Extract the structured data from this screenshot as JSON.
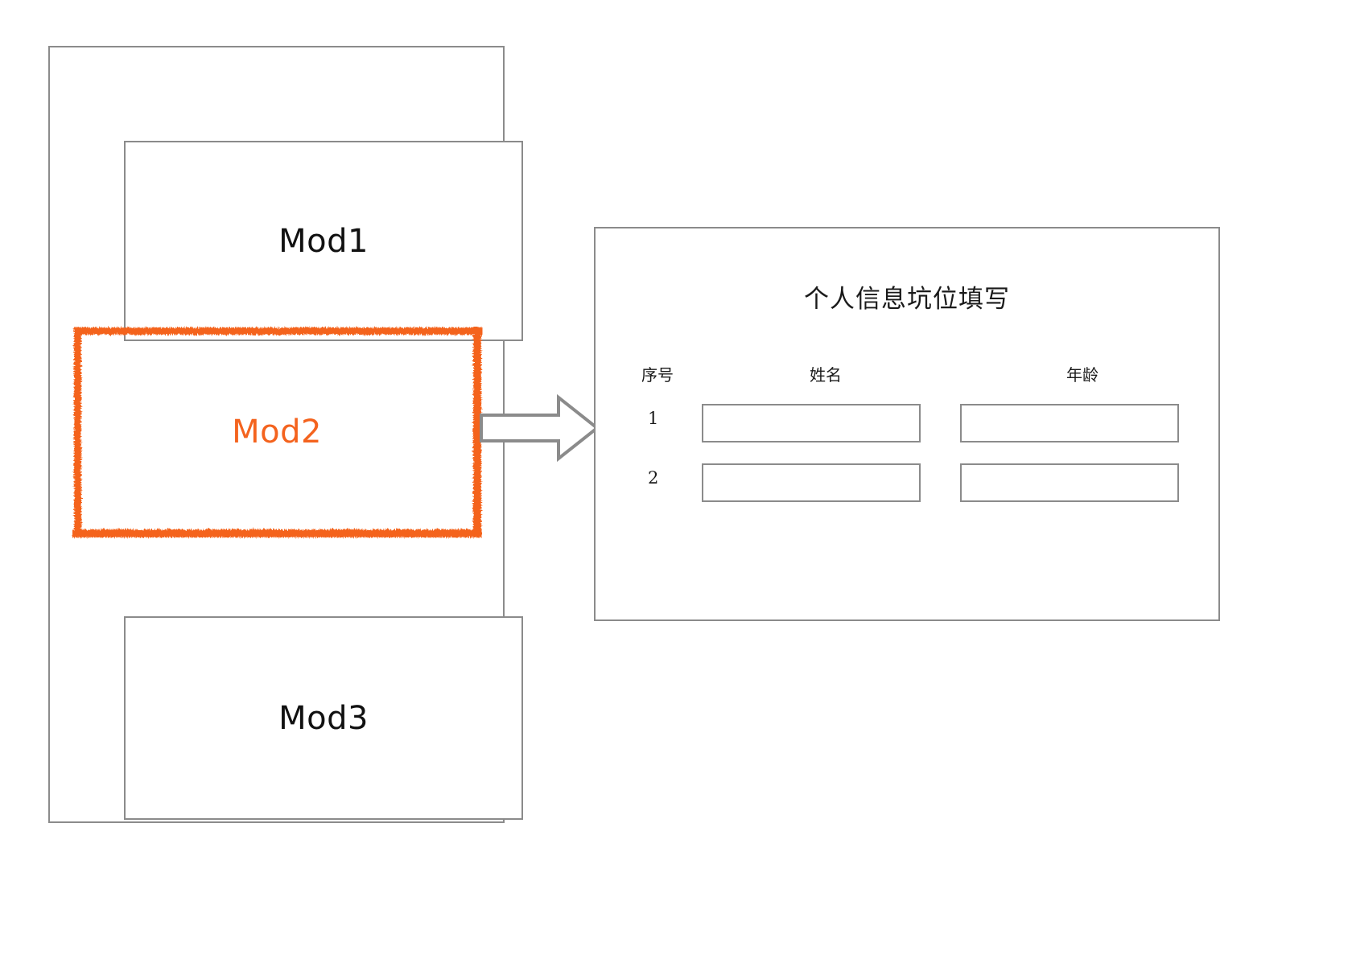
{
  "diagram": {
    "left_panel": {
      "name": "module-stack",
      "modules": [
        {
          "id": "mod1",
          "label": "Mod1",
          "highlighted": false,
          "color": "#111111"
        },
        {
          "id": "mod2",
          "label": "Mod2",
          "highlighted": true,
          "color": "#f4631e"
        },
        {
          "id": "mod3",
          "label": "Mod3",
          "highlighted": false,
          "color": "#111111"
        }
      ]
    },
    "connector": {
      "name": "flow-arrow",
      "direction": "right",
      "from": "Mod2",
      "to": "form-panel",
      "color": "#8b8b8b"
    },
    "right_panel": {
      "title": "个人信息坑位填写",
      "table": {
        "headers": [
          "序号",
          "姓名",
          "年龄"
        ],
        "rows": [
          {
            "index": "1",
            "name": "",
            "age": ""
          },
          {
            "index": "2",
            "name": "",
            "age": ""
          }
        ]
      }
    }
  },
  "colors": {
    "accent": "#f4631e",
    "border": "#8b8b8b",
    "text": "#1a1a1a",
    "background": "#ffffff"
  }
}
